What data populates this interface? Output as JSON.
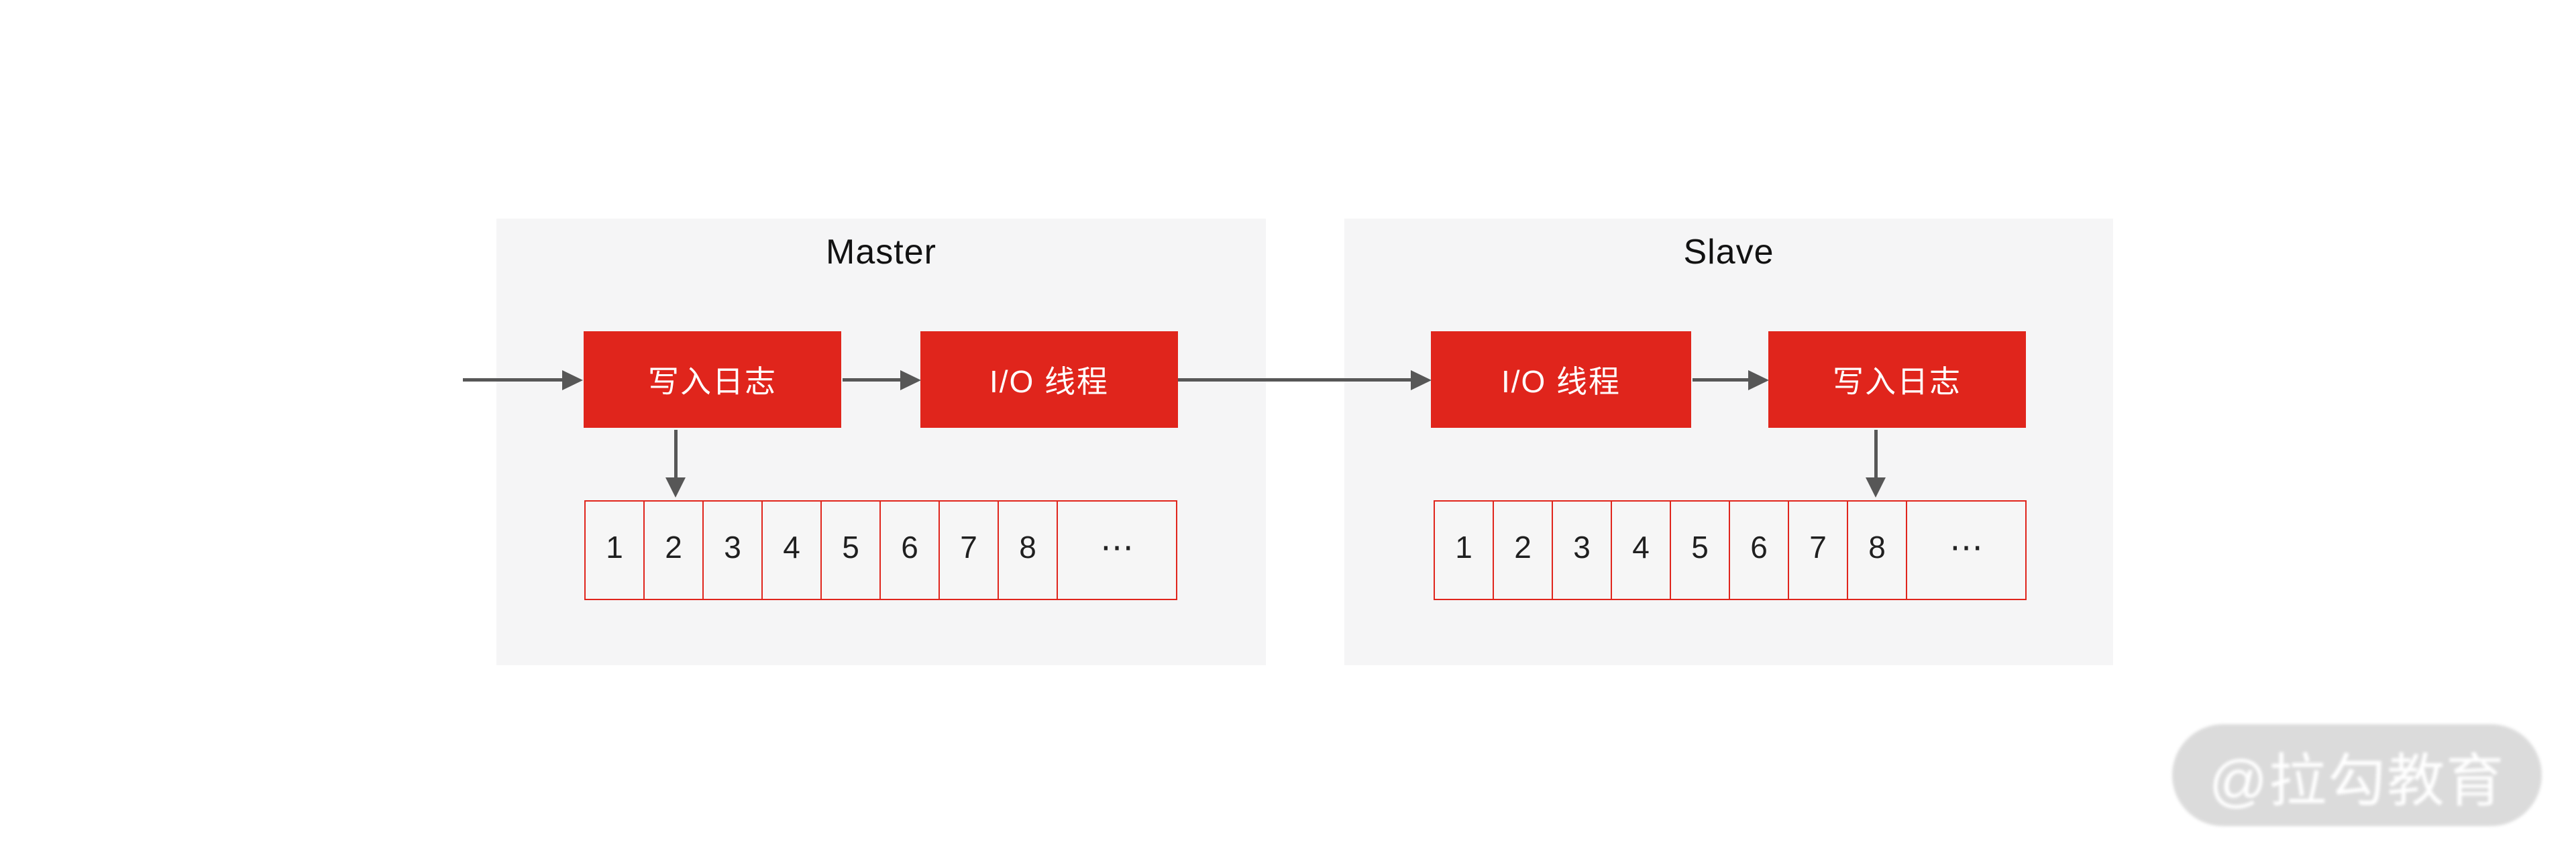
{
  "colors": {
    "accent_red": "#e0251c",
    "arrow_gray": "#575757",
    "panel_background": "#f5f5f6",
    "page_background": "#ffffff",
    "watermark_background": "#dadada",
    "watermark_text": "#ffffff"
  },
  "panels": [
    {
      "title": "Master",
      "boxes": [
        {
          "label": "写入日志"
        },
        {
          "label": "I/O 线程"
        }
      ],
      "log_cells": [
        "1",
        "2",
        "3",
        "4",
        "5",
        "6",
        "7",
        "8",
        "⋯"
      ]
    },
    {
      "title": "Slave",
      "boxes": [
        {
          "label": "I/O 线程"
        },
        {
          "label": "写入日志"
        }
      ],
      "log_cells": [
        "1",
        "2",
        "3",
        "4",
        "5",
        "6",
        "7",
        "8",
        "⋯"
      ]
    }
  ],
  "watermark": {
    "label": "@拉勾教育"
  }
}
